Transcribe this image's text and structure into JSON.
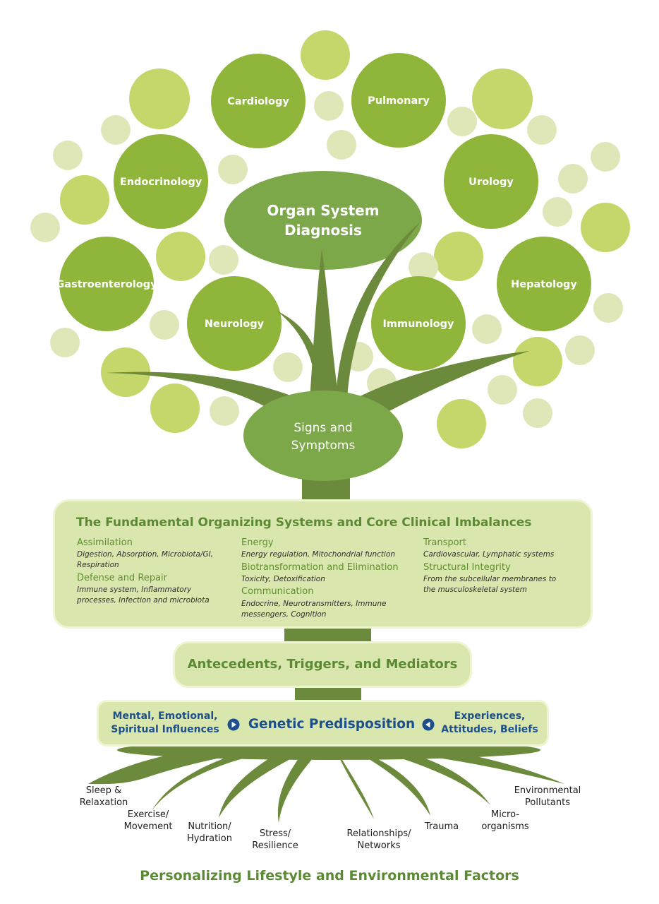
{
  "organ_systems": {
    "cardiology": "Cardiology",
    "pulmonary": "Pulmonary",
    "endocrinology": "Endocrinology",
    "urology": "Urology",
    "gastroenterology": "Gastroenterology",
    "hepatology": "Hepatology",
    "neurology": "Neurology",
    "immunology": "Immunology"
  },
  "organ_diagnosis": [
    "Organ System",
    "Diagnosis"
  ],
  "signs_symptoms": [
    "Signs and",
    "Symptoms"
  ],
  "fundamental": {
    "title": "The Fundamental Organizing Systems and Core Clinical Imbalances",
    "assimilation": {
      "title": "Assimilation",
      "desc": [
        "Digestion, Absorption, Microbiota/GI,",
        "Respiration"
      ]
    },
    "defense": {
      "title": "Defense and Repair",
      "desc": [
        "Immune system, Inflammatory",
        "processes, Infection and microbiota"
      ]
    },
    "energy": {
      "title": "Energy",
      "desc": [
        "Energy regulation, Mitochondrial function"
      ]
    },
    "biotransformation": {
      "title": "Biotransformation and Elimination",
      "desc": [
        "Toxicity, Detoxification"
      ]
    },
    "communication": {
      "title": "Communication",
      "desc": [
        "Endocrine, Neurotransmitters, Immune",
        "messengers, Cognition"
      ]
    },
    "transport": {
      "title": "Transport",
      "desc": [
        "Cardiovascular, Lymphatic systems"
      ]
    },
    "structural": {
      "title": "Structural Integrity",
      "desc": [
        "From the subcellular membranes to",
        "the musculoskeletal system"
      ]
    }
  },
  "antecedents": "Antecedents, Triggers, and Mediators",
  "genetic": {
    "left": [
      "Mental, Emotional,",
      "Spiritual Influences"
    ],
    "center": "Genetic Predisposition",
    "right": [
      "Experiences,",
      "Attitudes, Beliefs"
    ]
  },
  "roots": {
    "sleep": [
      "Sleep &",
      "Relaxation"
    ],
    "exercise": [
      "Exercise/",
      "Movement"
    ],
    "nutrition": [
      "Nutrition/",
      "Hydration"
    ],
    "stress": [
      "Stress/",
      "Resilience"
    ],
    "relationships": [
      "Relationships/",
      "Networks"
    ],
    "trauma": [
      "Trauma"
    ],
    "microorganisms": [
      "Micro-",
      "organisms"
    ],
    "environmental": [
      "Environmental",
      "Pollutants"
    ]
  },
  "footer": "Personalizing Lifestyle and Environmental Factors",
  "colors": {
    "organ_circle": "#8fb63a",
    "light_circle": "#dfe6b8",
    "mid_circle": "#c5d66b",
    "diag_ellipse": "#7ca84a",
    "trunk": "#6c8a3b",
    "box_fill": "#d9e6ad",
    "title_green": "#5c8a34",
    "genetic_blue": "#1d4f8c"
  }
}
